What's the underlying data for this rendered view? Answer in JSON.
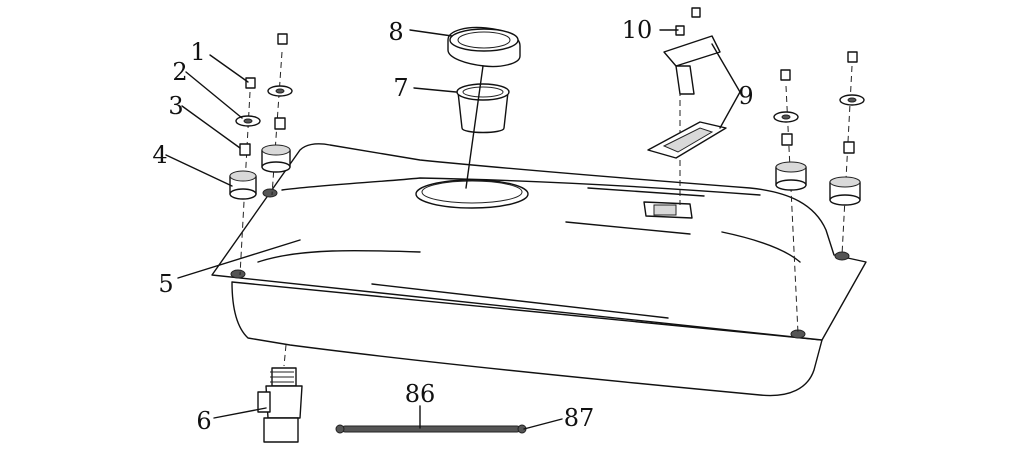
{
  "diagram": {
    "callouts": [
      "1",
      "2",
      "3",
      "4",
      "5",
      "6",
      "7",
      "8",
      "9",
      "10",
      "86",
      "87"
    ]
  }
}
